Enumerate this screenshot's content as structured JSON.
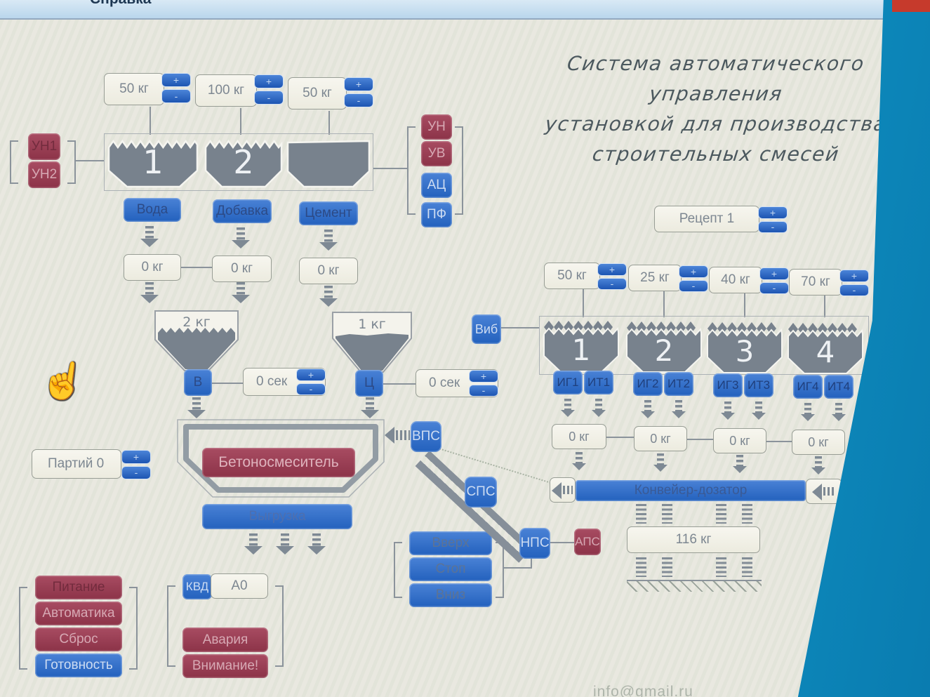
{
  "window": {
    "menu_help": "Справка",
    "watermark": "info@gmail.ru"
  },
  "title_lines": [
    "Система автоматического",
    "управления",
    "установкой для производства",
    "строительных смесей"
  ],
  "ui": {
    "plus": "+",
    "minus": "-"
  },
  "left": {
    "setpoints": [
      "50 кг",
      "100 кг",
      "50 кг"
    ],
    "hopper_numbers": [
      "1",
      "2",
      ""
    ],
    "materials": [
      "Вода",
      "Добавка",
      "Цемент"
    ],
    "weights": [
      "0 кг",
      "0 кг",
      "0 кг"
    ],
    "un1": "УН1",
    "un2": "УН2",
    "valves": [
      "УН",
      "УВ",
      "АЦ",
      "ПФ"
    ],
    "water_weigher_capacity": "2 кг",
    "water_valve": "В",
    "water_timer": "0 сек",
    "cement_weigher_capacity": "1 кг",
    "cement_valve": "Ц",
    "cement_timer": "0 сек",
    "batch_counter": "Партий 0",
    "mixer": "Бетоносмеситель",
    "discharge": "Выгрузка"
  },
  "right": {
    "recipe": "Рецепт 1",
    "setpoints": [
      "50 кг",
      "25 кг",
      "40 кг",
      "70 кг"
    ],
    "hopper_numbers": [
      "1",
      "2",
      "3",
      "4"
    ],
    "gates": [
      [
        "ИГ1",
        "ИТ1"
      ],
      [
        "ИГ2",
        "ИТ2"
      ],
      [
        "ИГ3",
        "ИТ3"
      ],
      [
        "ИГ4",
        "ИТ4"
      ]
    ],
    "weights": [
      "0 кг",
      "0 кг",
      "0 кг",
      "0 кг"
    ],
    "vibrator": "Виб",
    "conveyor": "Конвейер-дозатор",
    "conveyor_weight": "116 кг"
  },
  "skip": {
    "vps": "ВПС",
    "sps": "СПС",
    "nps": "НПС",
    "aps": "АПС",
    "up": "Вверх",
    "stop": "Стоп",
    "down": "Вниз"
  },
  "status": {
    "power": "Питание",
    "auto": "Автоматика",
    "reset": "Сброс",
    "ready": "Готовность",
    "kvd": "КВД",
    "a0": "А0",
    "alarm": "Авария",
    "warning": "Внимание!"
  },
  "colors": {
    "accent_blue": "#2f6cc6",
    "alarm_red": "#97394d",
    "hopper_gray": "#78828d"
  }
}
